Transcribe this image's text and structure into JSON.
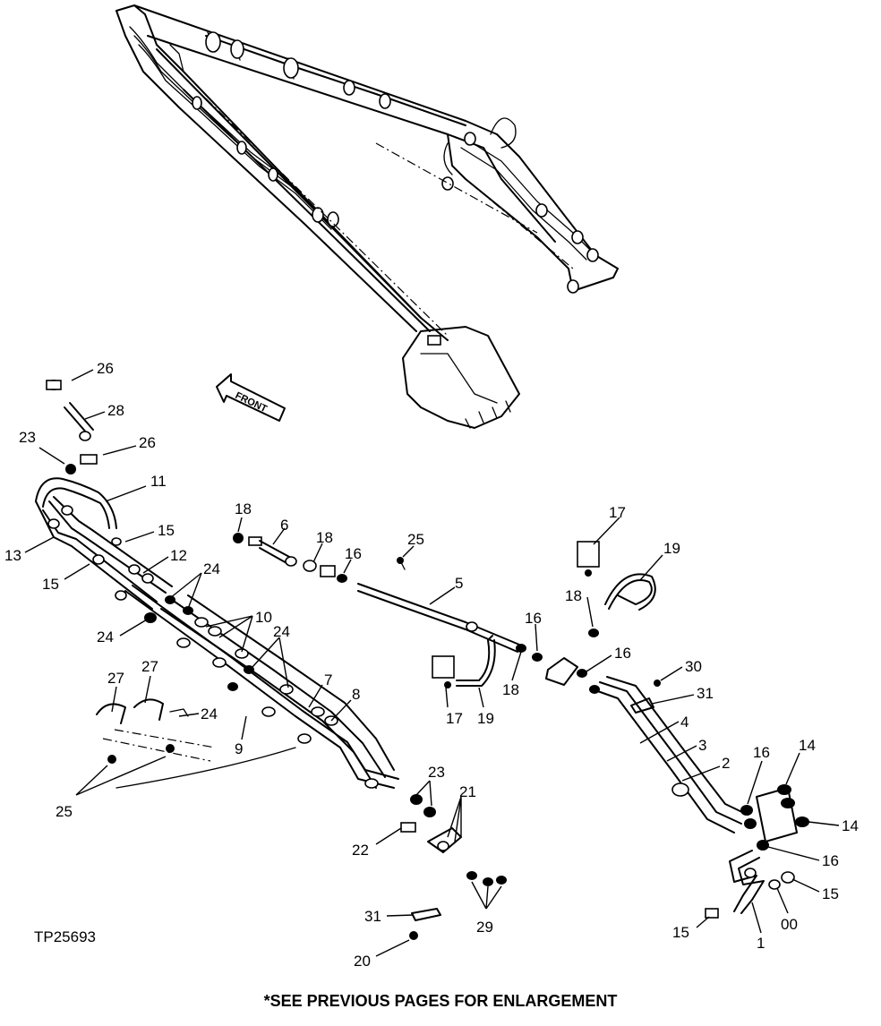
{
  "figure_id": "TP25693",
  "footer_note": "*SEE PREVIOUS PAGES FOR ENLARGEMENT",
  "front_arrow_label": "FRONT",
  "callouts": [
    {
      "key": "c26a",
      "text": "26"
    },
    {
      "key": "c28",
      "text": "28"
    },
    {
      "key": "c23a",
      "text": "23"
    },
    {
      "key": "c26b",
      "text": "26"
    },
    {
      "key": "c11",
      "text": "11"
    },
    {
      "key": "c15a",
      "text": "15"
    },
    {
      "key": "c13",
      "text": "13"
    },
    {
      "key": "c12",
      "text": "12"
    },
    {
      "key": "c15b",
      "text": "15"
    },
    {
      "key": "c24a",
      "text": "24"
    },
    {
      "key": "c24b",
      "text": "24"
    },
    {
      "key": "c10",
      "text": "10"
    },
    {
      "key": "c24c",
      "text": "24"
    },
    {
      "key": "c27a",
      "text": "27"
    },
    {
      "key": "c27b",
      "text": "27"
    },
    {
      "key": "c24d",
      "text": "24"
    },
    {
      "key": "c7",
      "text": "7"
    },
    {
      "key": "c8",
      "text": "8"
    },
    {
      "key": "c9",
      "text": "9"
    },
    {
      "key": "c25a",
      "text": "25"
    },
    {
      "key": "c18a",
      "text": "18"
    },
    {
      "key": "c6",
      "text": "6"
    },
    {
      "key": "c18b",
      "text": "18"
    },
    {
      "key": "c16a",
      "text": "16"
    },
    {
      "key": "c25b",
      "text": "25"
    },
    {
      "key": "c5",
      "text": "5"
    },
    {
      "key": "c17a",
      "text": "17"
    },
    {
      "key": "c19a",
      "text": "19"
    },
    {
      "key": "c18c",
      "text": "18"
    },
    {
      "key": "c16b",
      "text": "16"
    },
    {
      "key": "c16c",
      "text": "16"
    },
    {
      "key": "c18d",
      "text": "18"
    },
    {
      "key": "c17b",
      "text": "17"
    },
    {
      "key": "c19b",
      "text": "19"
    },
    {
      "key": "c30",
      "text": "30"
    },
    {
      "key": "c31a",
      "text": "31"
    },
    {
      "key": "c4",
      "text": "4"
    },
    {
      "key": "c3",
      "text": "3"
    },
    {
      "key": "c2",
      "text": "2"
    },
    {
      "key": "c16d",
      "text": "16"
    },
    {
      "key": "c14a",
      "text": "14"
    },
    {
      "key": "c14b",
      "text": "14"
    },
    {
      "key": "c16e",
      "text": "16"
    },
    {
      "key": "c15c",
      "text": "15"
    },
    {
      "key": "c00",
      "text": "00"
    },
    {
      "key": "c15d",
      "text": "15"
    },
    {
      "key": "c1",
      "text": "1"
    },
    {
      "key": "c23b",
      "text": "23"
    },
    {
      "key": "c21",
      "text": "21"
    },
    {
      "key": "c22",
      "text": "22"
    },
    {
      "key": "c29",
      "text": "29"
    },
    {
      "key": "c31b",
      "text": "31"
    },
    {
      "key": "c20",
      "text": "20"
    }
  ]
}
